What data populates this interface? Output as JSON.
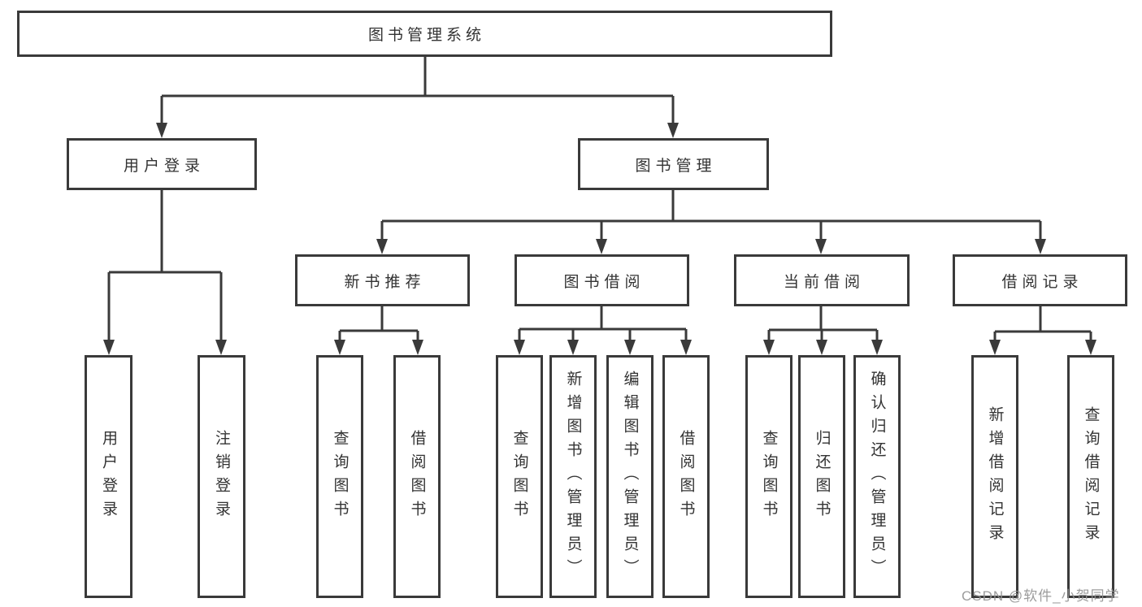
{
  "diagram": {
    "title": "图书管理系统",
    "branches": [
      {
        "label": "用户登录",
        "children": [
          {
            "label": "用户登录"
          },
          {
            "label": "注销登录"
          }
        ]
      },
      {
        "label": "图书管理",
        "children": [
          {
            "label": "新书推荐",
            "children": [
              {
                "label": "查询图书"
              },
              {
                "label": "借阅图书"
              }
            ]
          },
          {
            "label": "图书借阅",
            "children": [
              {
                "label": "查询图书"
              },
              {
                "label": "新增图书（管理员）"
              },
              {
                "label": "编辑图书（管理员）"
              },
              {
                "label": "借阅图书"
              }
            ]
          },
          {
            "label": "当前借阅",
            "children": [
              {
                "label": "查询图书"
              },
              {
                "label": "归还图书"
              },
              {
                "label": "确认归还（管理员）"
              }
            ]
          },
          {
            "label": "借阅记录",
            "children": [
              {
                "label": "新增借阅记录"
              },
              {
                "label": "查询借阅记录"
              }
            ]
          }
        ]
      }
    ]
  },
  "watermark": "CSDN @软件_小贺同学",
  "colors": {
    "line": "#3a3a3a",
    "text": "#333333",
    "box_background": "#ffffff",
    "watermark": "#949494"
  }
}
